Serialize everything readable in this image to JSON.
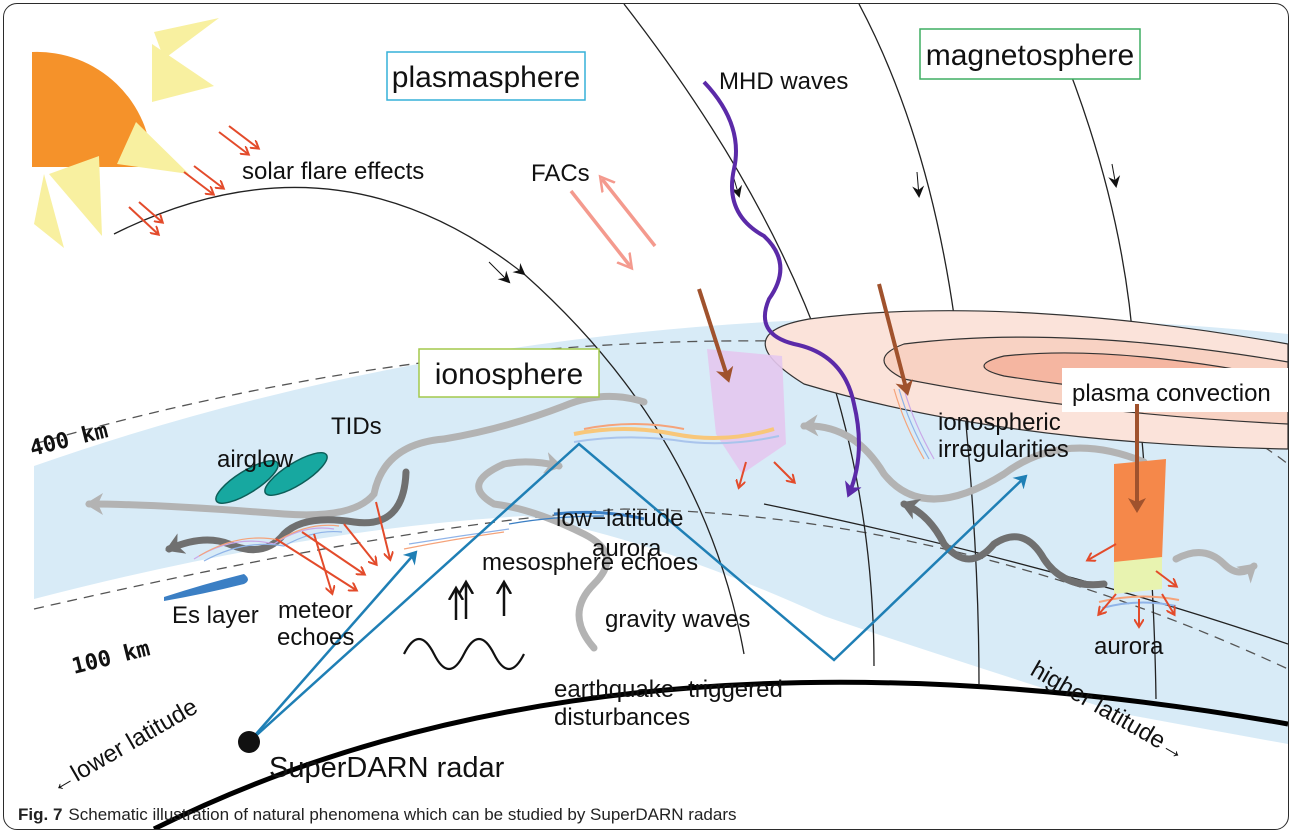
{
  "labels": {
    "plasmasphere": "plasmasphere",
    "magnetosphere": "magnetosphere",
    "ionosphere": "ionosphere",
    "mhd_waves": "MHD waves",
    "solar_flare_effects": "solar flare effects",
    "facs": "FACs",
    "tids": "TIDs",
    "airglow": "airglow",
    "alt_400": "400 km",
    "alt_100": "100 km",
    "es_layer": "Es layer",
    "meteor_echoes_1": "meteor",
    "meteor_echoes_2": "echoes",
    "mesosphere_echoes": "mesosphere echoes",
    "gravity_waves": "gravity waves",
    "low_latitude_aurora_1": "low−latitude",
    "low_latitude_aurora_2": "aurora",
    "ionospheric_irregularities_1": "ionospheric",
    "ionospheric_irregularities_2": "irregularities",
    "plasma_convection": "plasma convection",
    "aurora": "aurora",
    "earthquake_1": "earthquake−triggered",
    "earthquake_2": "disturbances",
    "lower_latitude": "←lower latitude",
    "higher_latitude": "higher latitude→",
    "superdarn_radar": "SuperDARN radar"
  },
  "caption": {
    "fig_label": "Fig. 7",
    "text": "Schematic illustration of natural phenomena which can be studied by SuperDARN radars"
  },
  "colors": {
    "sun": "#f5922a",
    "sun_rays": "#f8f0a0",
    "ionosphere_band": "#d8ebf7",
    "radar_beam": "#1f7fb5",
    "mhd_wave": "#5b2aa8",
    "field_line": "#222222",
    "red_arrow": "#e34b2b",
    "fac_arrow": "#f49a8e",
    "brown_arrow": "#a0522d",
    "grey_wave": "#b3b3b3",
    "dark_grey_wave": "#707070",
    "airglow": "#17a8a0",
    "es_layer": "#3b7fc4",
    "plasma_sheet": "#f6c3b2",
    "aurora_orange": "#f5884a",
    "aurora_green": "#e8f3b0",
    "box_plasmasphere": "#35b0d8",
    "box_magnetosphere": "#3fae62",
    "box_ionosphere": "#a3c94b"
  }
}
